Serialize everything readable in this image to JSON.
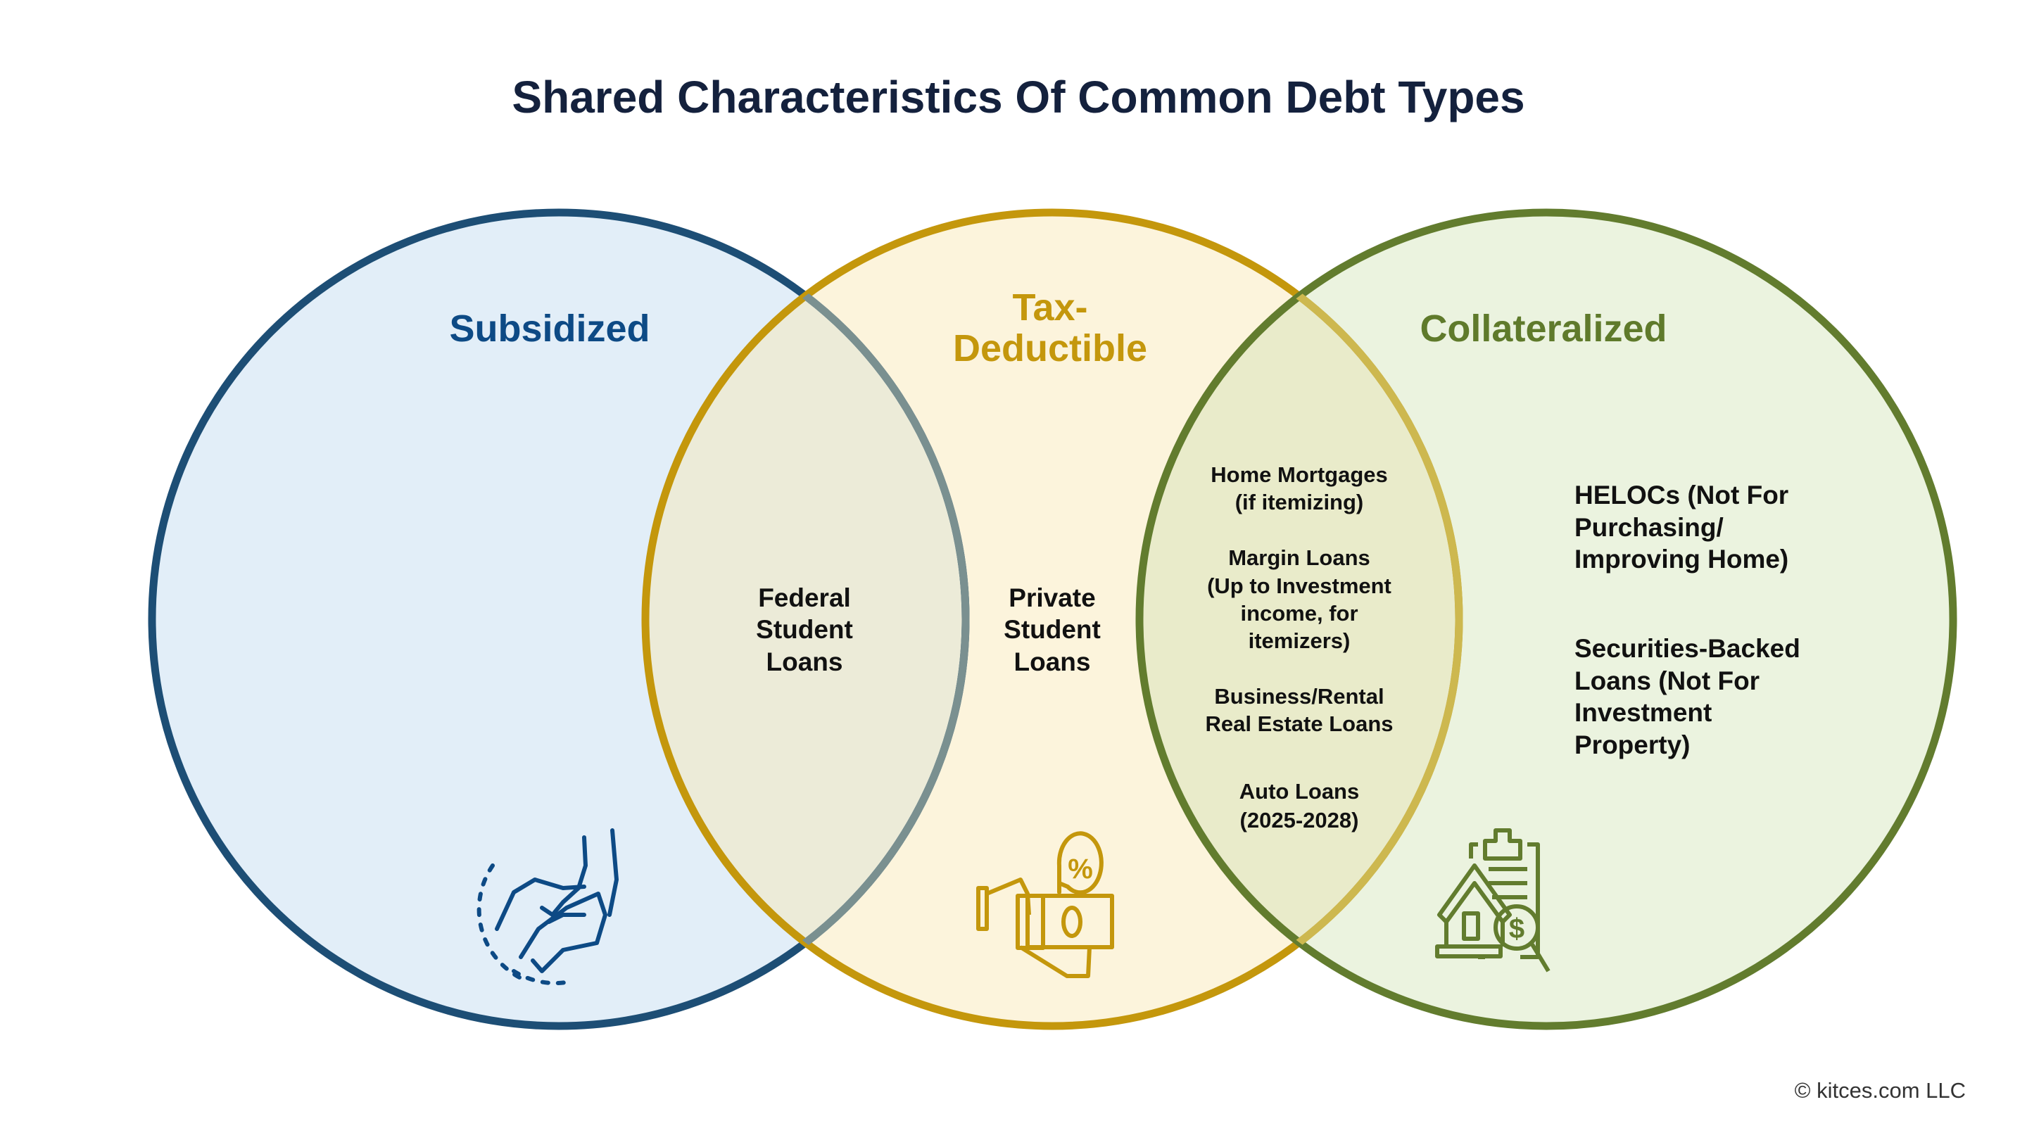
{
  "title": "Shared Characteristics Of Common Debt Types",
  "sets": {
    "subsidized": {
      "label": "Subsidized",
      "color": "#1d4e75",
      "icon": "hand-money-icon"
    },
    "tax_deductible": {
      "label_line1": "Tax-",
      "label_line2": "Deductible",
      "color": "#c4970c",
      "icon": "cash-percent-icon"
    },
    "collateralized": {
      "label": "Collateralized",
      "color": "#627c2e",
      "icon": "house-clipboard-dollar-icon"
    }
  },
  "regions": {
    "subsidized_tax": [
      "Federal",
      "Student",
      "Loans"
    ],
    "tax_only": [
      "Private",
      "Student",
      "Loans"
    ],
    "tax_collateral": {
      "home_mortgages": [
        "Home Mortgages",
        "(if itemizing)"
      ],
      "margin_loans": [
        "Margin Loans",
        "(Up to Investment",
        "income, for",
        "itemizers)"
      ],
      "business_rental": [
        "Business/Rental",
        "Real Estate Loans"
      ],
      "auto_loans": [
        "Auto Loans",
        "(2025-2028)"
      ]
    },
    "collateral_only": {
      "helocs": [
        "HELOCs (Not For",
        "Purchasing/",
        "Improving Home)"
      ],
      "securities_backed": [
        "Securities-Backed",
        "Loans (Not For",
        "Investment",
        "Property)"
      ]
    }
  },
  "copyright": "© kitces.com LLC"
}
